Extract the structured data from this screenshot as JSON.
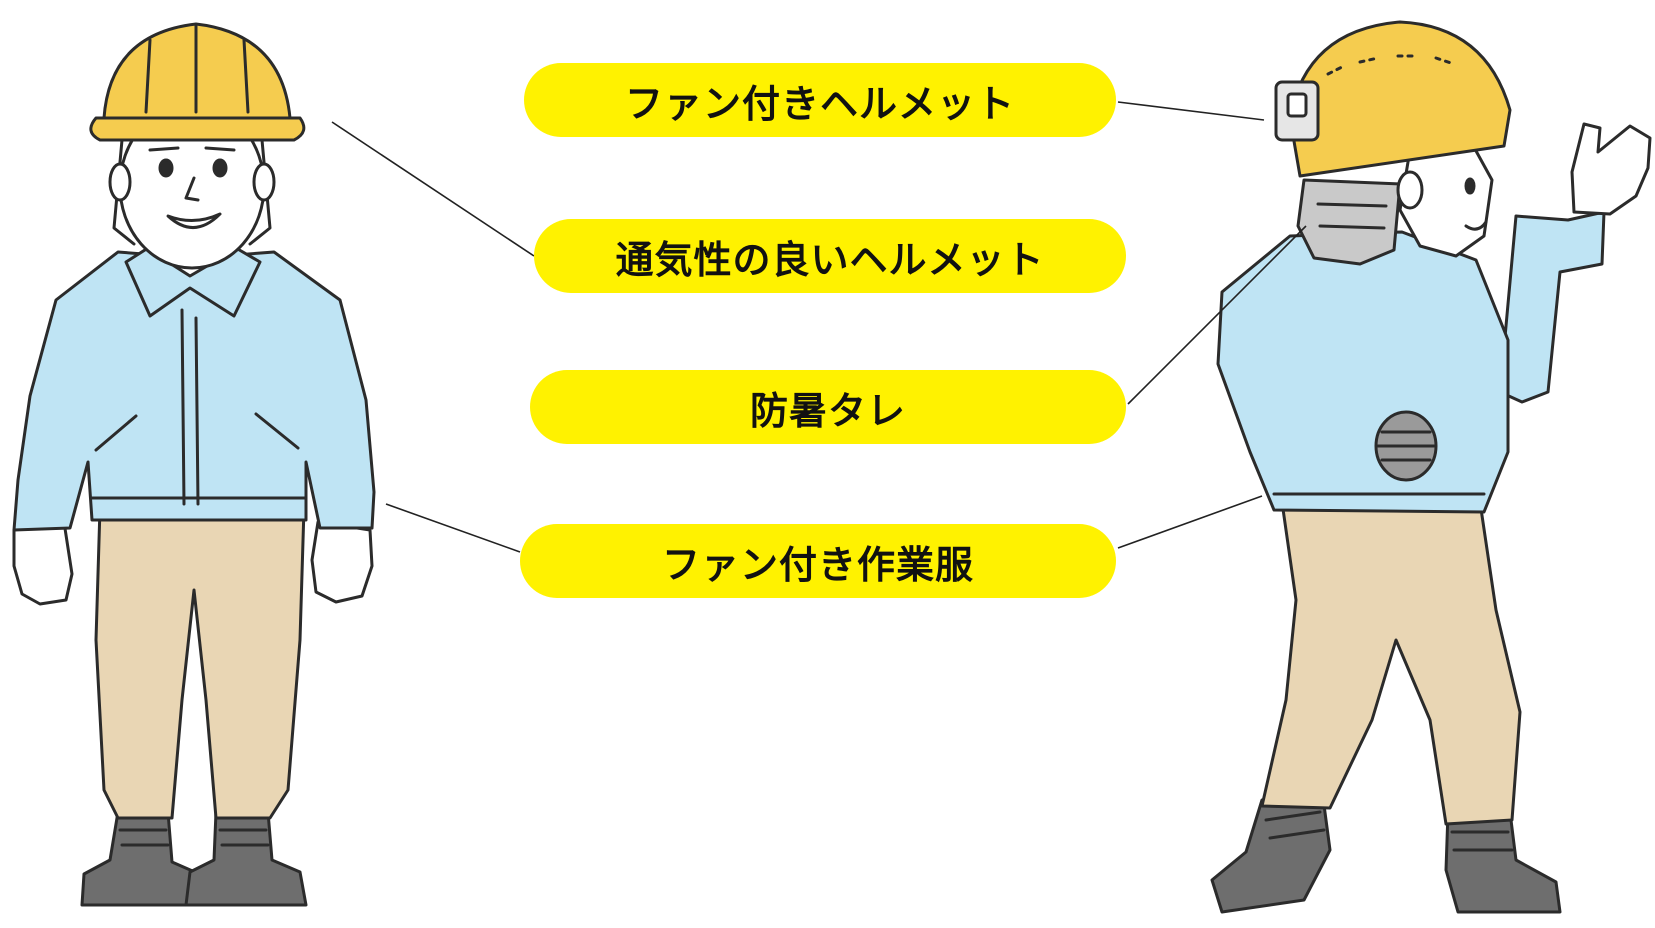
{
  "colors": {
    "label_fill": "#fff200",
    "helmet": "#f5cc4f",
    "jacket": "#bfe4f4",
    "pants": "#e9d6b4",
    "boots": "#6e6e6e",
    "outline": "#2b2b2b",
    "leader_line": "#222222"
  },
  "labels": [
    {
      "text": "ファン付きヘルメット"
    },
    {
      "text": "通気性の良いヘルメット"
    },
    {
      "text": "防暑タレ"
    },
    {
      "text": "ファン付き作業服"
    }
  ],
  "figures": [
    {
      "name": "front-worker",
      "items": [
        "yellow-helmet",
        "light-blue-jacket",
        "beige-pants",
        "white-gloves",
        "gray-boots"
      ]
    },
    {
      "name": "back-worker",
      "items": [
        "fan-helmet",
        "neck-shade",
        "fan-jacket",
        "beige-pants",
        "gray-boots"
      ]
    }
  ]
}
